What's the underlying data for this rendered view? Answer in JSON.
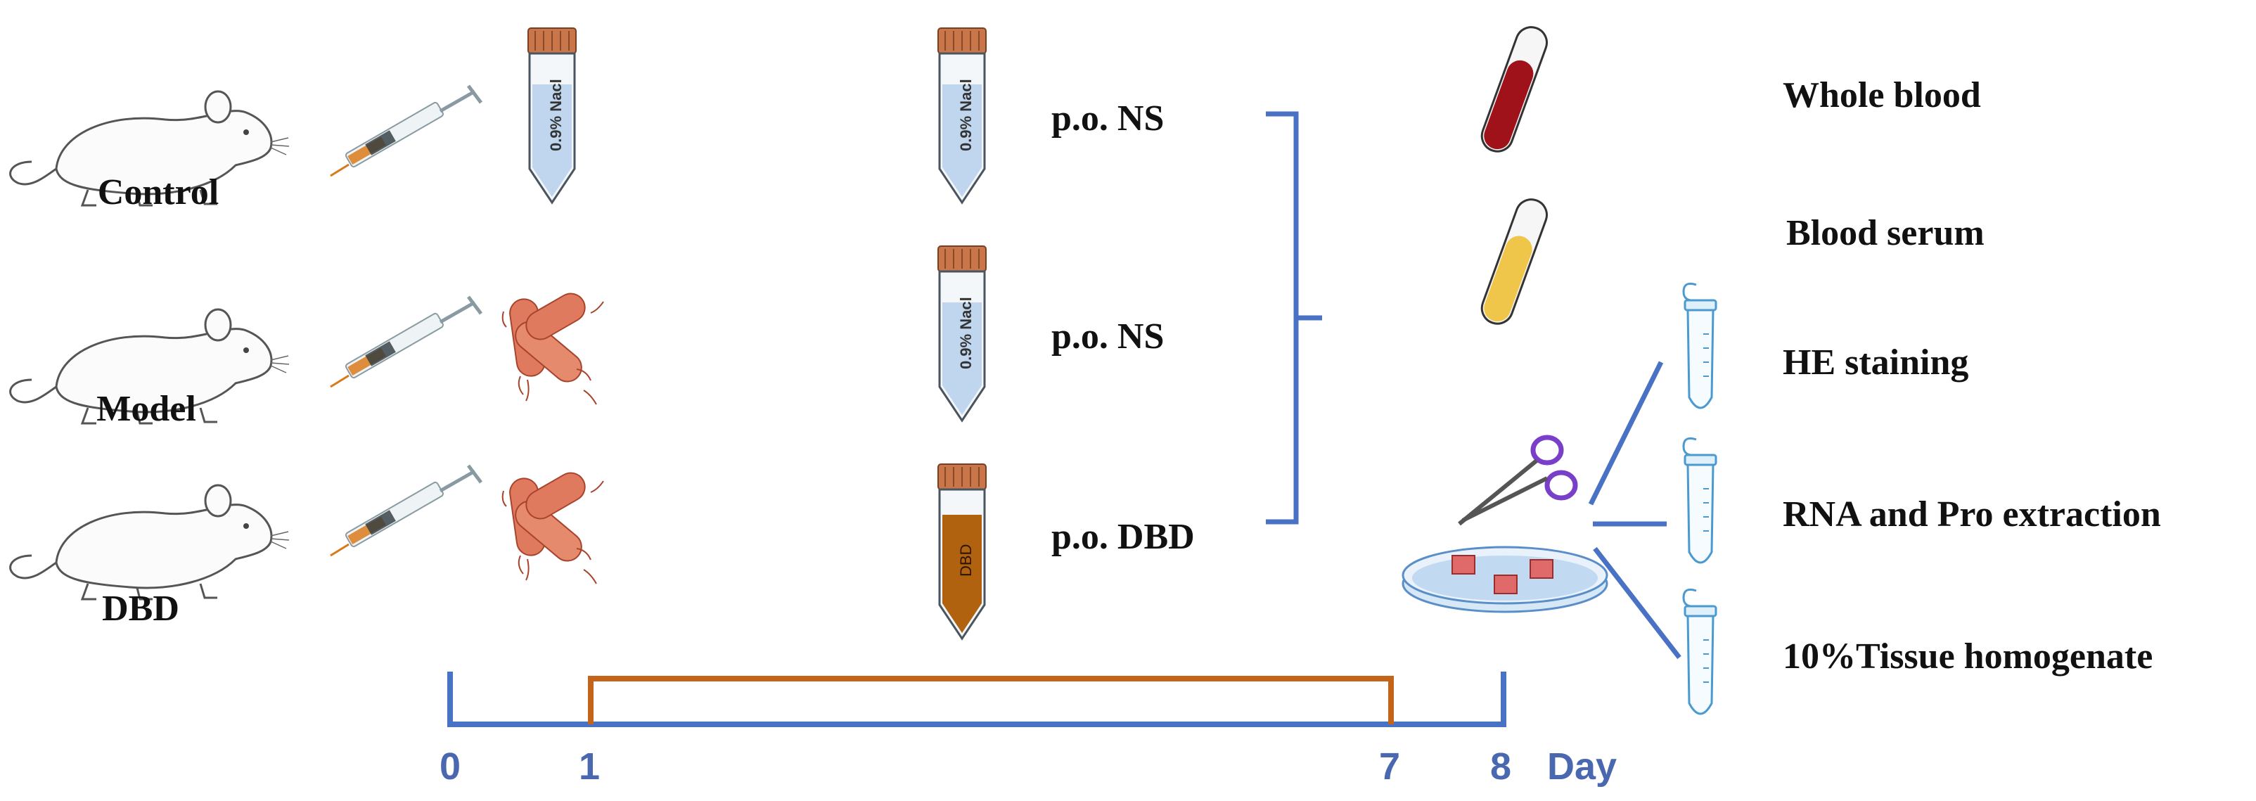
{
  "groups": [
    {
      "name": "Control",
      "treatment": "p.o. NS",
      "tube_label": "0.9% Nacl"
    },
    {
      "name": "Model",
      "treatment": "p.o. NS",
      "tube_label": "0.9% Nacl"
    },
    {
      "name": "DBD",
      "treatment": "p.o. DBD",
      "tube_label": "DBD"
    }
  ],
  "control_tube_label": "0.9% Nacl",
  "samples": [
    "Whole blood",
    "Blood serum",
    "HE staining",
    "RNA and Pro extraction",
    "10%Tissue homogenate"
  ],
  "timeline": {
    "ticks": [
      "0",
      "1",
      "7",
      "8"
    ],
    "unit": "Day"
  },
  "colors": {
    "timeline_blue": "#4a72c4",
    "treatment_orange": "#c4631a",
    "label_blue": "#4a68b0",
    "tube_cap": "#c8764a",
    "saline": "#a8c8e8",
    "dbd_liquid": "#b0620e",
    "blood": "#a0121a",
    "serum": "#f0c64a",
    "bacteria": "#e07a5f",
    "scissors": "#7a3fc8"
  },
  "icons": [
    "mouse-icon",
    "syringe-icon",
    "tube-icon",
    "bacteria-icon",
    "blood-tube-icon",
    "serum-tube-icon",
    "scissors-icon",
    "petri-dish-icon",
    "eppendorf-icon"
  ]
}
